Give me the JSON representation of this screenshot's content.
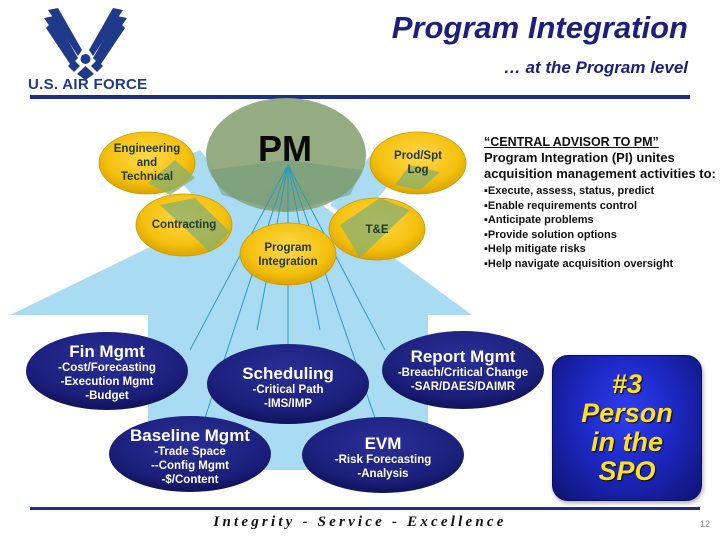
{
  "header": {
    "logo_text": "U.S. AIR FORCE",
    "title": "Program Integration",
    "subtitle": "… at the Program level"
  },
  "diagram": {
    "center": {
      "label": "PM"
    },
    "yellow_nodes": [
      {
        "id": "engineering",
        "lines": [
          "Engineering",
          "and",
          "Technical"
        ]
      },
      {
        "id": "prod-spt-log",
        "lines": [
          "Prod/Spt",
          "Log"
        ]
      },
      {
        "id": "contracting",
        "lines": [
          "Contracting"
        ]
      },
      {
        "id": "t-and-e",
        "lines": [
          "T&E"
        ]
      },
      {
        "id": "program-integration",
        "lines": [
          "Program",
          "Integration"
        ]
      }
    ],
    "blue_nodes": [
      {
        "id": "fin-mgmt",
        "title": "Fin Mgmt",
        "items": [
          "-Cost/Forecasting",
          "-Execution Mgmt",
          "-Budget"
        ]
      },
      {
        "id": "scheduling",
        "title": "Scheduling",
        "items": [
          "-Critical Path",
          "-IMS/IMP"
        ]
      },
      {
        "id": "report-mgmt",
        "title": "Report Mgmt",
        "items": [
          "-Breach/Critical Change",
          "-SAR/DAES/DAIMR"
        ]
      },
      {
        "id": "baseline-mgmt",
        "title": "Baseline Mgmt",
        "items": [
          "-Trade Space",
          "--Config Mgmt",
          "-$/Content"
        ]
      },
      {
        "id": "evm",
        "title": "EVM",
        "items": [
          "-Risk Forecasting",
          "-Analysis"
        ]
      }
    ],
    "colors": {
      "arrow": "#a9dcf3",
      "pm_ellipse": "#8fa77a",
      "yellow": "#f5c518",
      "navy": "#1b1f7a",
      "connector": "#2a9bbf"
    }
  },
  "advisor": {
    "heading": "“CENTRAL ADVISOR TO PM”",
    "intro": "Program Integration (PI) unites acquisition management activities to:",
    "bullets": [
      "Execute, assess, status, predict",
      "Enable requirements control",
      "Anticipate problems",
      "Provide solution options",
      "Help mitigate risks",
      "Help navigate acquisition oversight"
    ]
  },
  "callout": {
    "lines": [
      "#3",
      "Person",
      "in the",
      "SPO"
    ]
  },
  "footer": {
    "motto": "Integrity - Service - Excellence",
    "page_number": "12"
  }
}
